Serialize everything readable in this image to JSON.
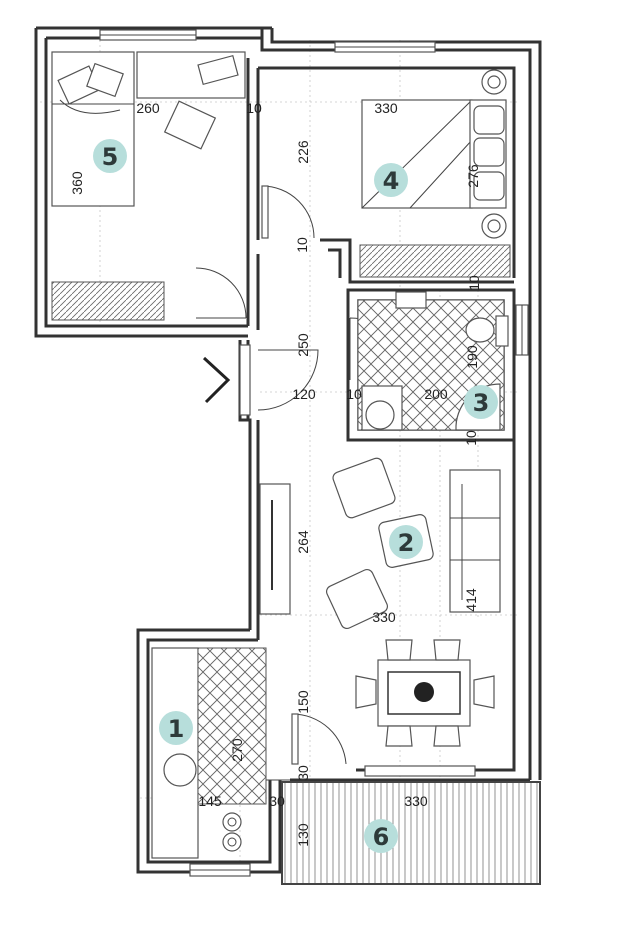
{
  "rooms": [
    {
      "number": "1",
      "color": "#b7dedb"
    },
    {
      "number": "2",
      "color": "#b7dedb"
    },
    {
      "number": "3",
      "color": "#b7dedb"
    },
    {
      "number": "4",
      "color": "#b7dedb"
    },
    {
      "number": "5",
      "color": "#b7dedb"
    },
    {
      "number": "6",
      "color": "#b7dedb"
    }
  ],
  "dimensions": {
    "bedroom5_width": "260",
    "bedroom5_depth": "360",
    "wall_top": "10",
    "bedroom4_width": "330",
    "bedroom4_depth": "226",
    "bed4_length": "276",
    "corridor_wall": "10",
    "hall_length": "250",
    "hall_width": "120",
    "bath_wall_left": "10",
    "bath_width": "200",
    "bath_depth": "190",
    "bath_wall_right": "10",
    "bath_wall_bottom": "10",
    "living_depth": "264",
    "living_width": "330",
    "living_length": "414",
    "kitchen_depth": "270",
    "door_width": "150",
    "wall_30a": "30",
    "kitchen_width": "145",
    "wall_30b": "30",
    "balcony_width": "330",
    "balcony_depth": "130"
  }
}
